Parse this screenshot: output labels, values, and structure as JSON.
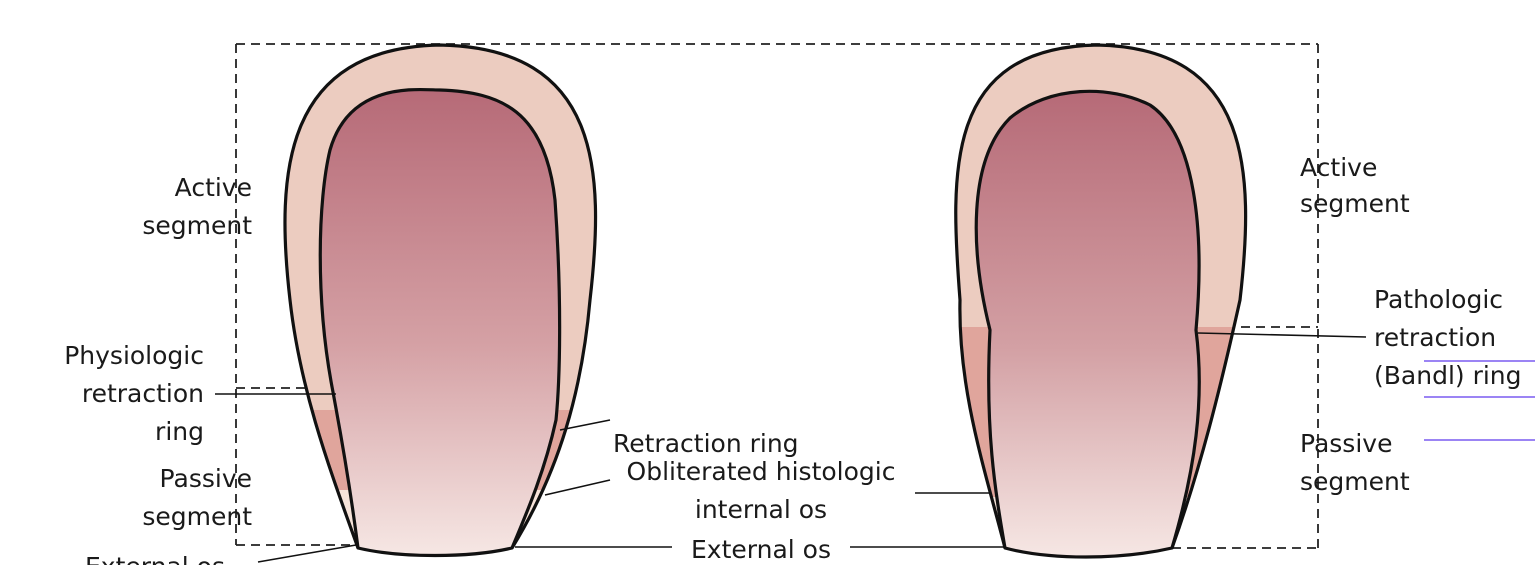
{
  "colors": {
    "wall_active": "#ecccc0",
    "wall_passive": "#e0a59c",
    "wall_cervix": "#f7e4da",
    "cavity_top": "#b66a77",
    "cavity_bottom": "#f6e7e4",
    "annotation_blue": "#7a5cf0"
  },
  "left_uterus": {
    "active_segment": [
      "Active",
      "segment"
    ],
    "physiologic_ring": [
      "Physiologic",
      "retraction",
      "ring"
    ],
    "passive_segment": [
      "Passive",
      "segment"
    ],
    "external_os": "External os"
  },
  "center": {
    "retraction_ring": "Retraction ring",
    "internal_os": [
      "Obliterated histologic",
      "internal os"
    ],
    "external_os": "External os"
  },
  "right_uterus": {
    "active_segment": [
      "Active",
      "segment"
    ],
    "pathologic_ring": [
      "Pathologic",
      "retraction",
      "(Bandl) ring"
    ],
    "passive_segment": [
      "Passive",
      "segment"
    ]
  }
}
